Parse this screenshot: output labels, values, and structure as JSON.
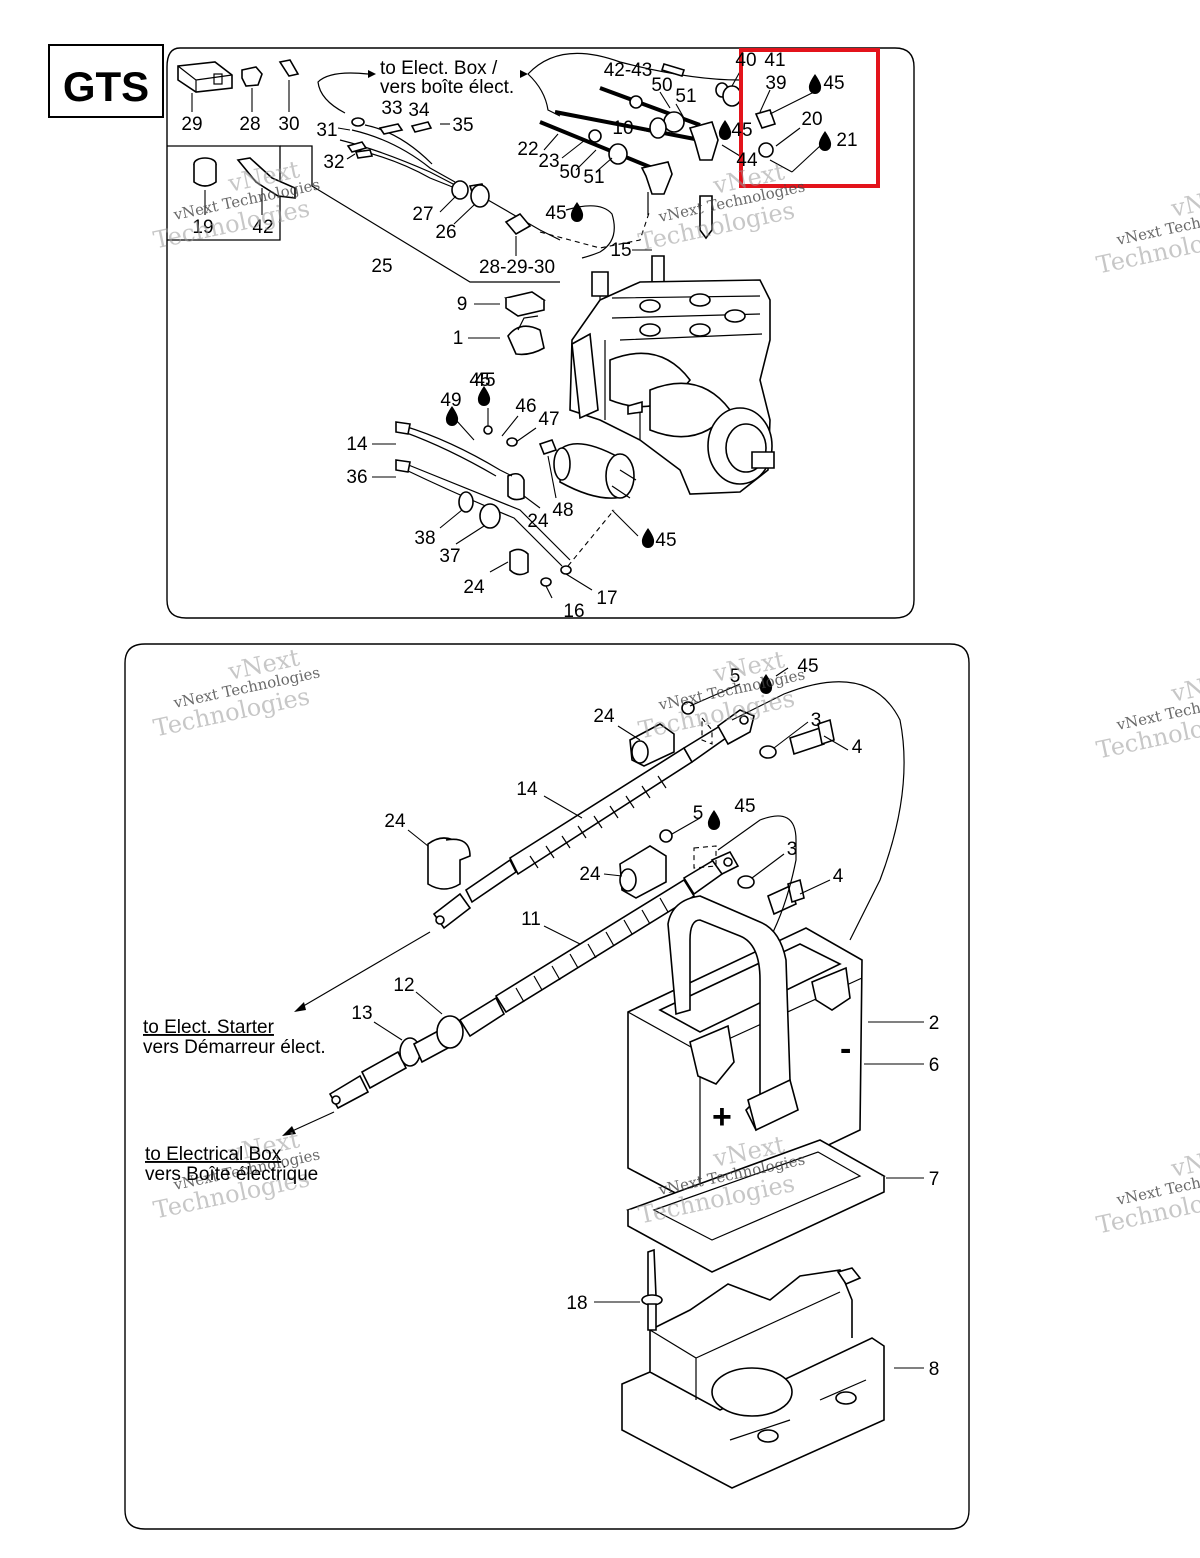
{
  "model_badge": "GTS",
  "top_panel": {
    "callouts": [
      "29",
      "28",
      "30",
      "31",
      "32",
      "33",
      "34",
      "35",
      "19",
      "42",
      "27",
      "26",
      "25",
      "28-29-30",
      "22",
      "23",
      "50",
      "51",
      "10",
      "42-43",
      "50",
      "51",
      "40",
      "41",
      "39",
      "45",
      "20",
      "21",
      "45",
      "44",
      "45",
      "15",
      "9",
      "1",
      "14",
      "36",
      "38",
      "37",
      "24",
      "24",
      "16",
      "17",
      "48",
      "45",
      "49",
      "45",
      "46",
      "47",
      "45"
    ],
    "note_lines": [
      "to Elect. Box /",
      "vers boîte élect."
    ]
  },
  "bottom_panel": {
    "callouts": [
      "5",
      "45",
      "24",
      "3",
      "4",
      "14",
      "24",
      "5",
      "45",
      "3",
      "24",
      "4",
      "11",
      "12",
      "13",
      "2",
      "6",
      "7",
      "18",
      "8"
    ],
    "starter_note": [
      "to Elect. Starter",
      "vers Démarreur élect."
    ],
    "box_note": [
      "to Electrical Box",
      "vers Boîte électrique"
    ],
    "battery_plus": "+",
    "battery_minus": "-"
  },
  "highlight": {
    "color": "#e3131b"
  },
  "watermark": {
    "line1": "vNext Technologies",
    "line2": "Technologies",
    "big": "vNext"
  }
}
